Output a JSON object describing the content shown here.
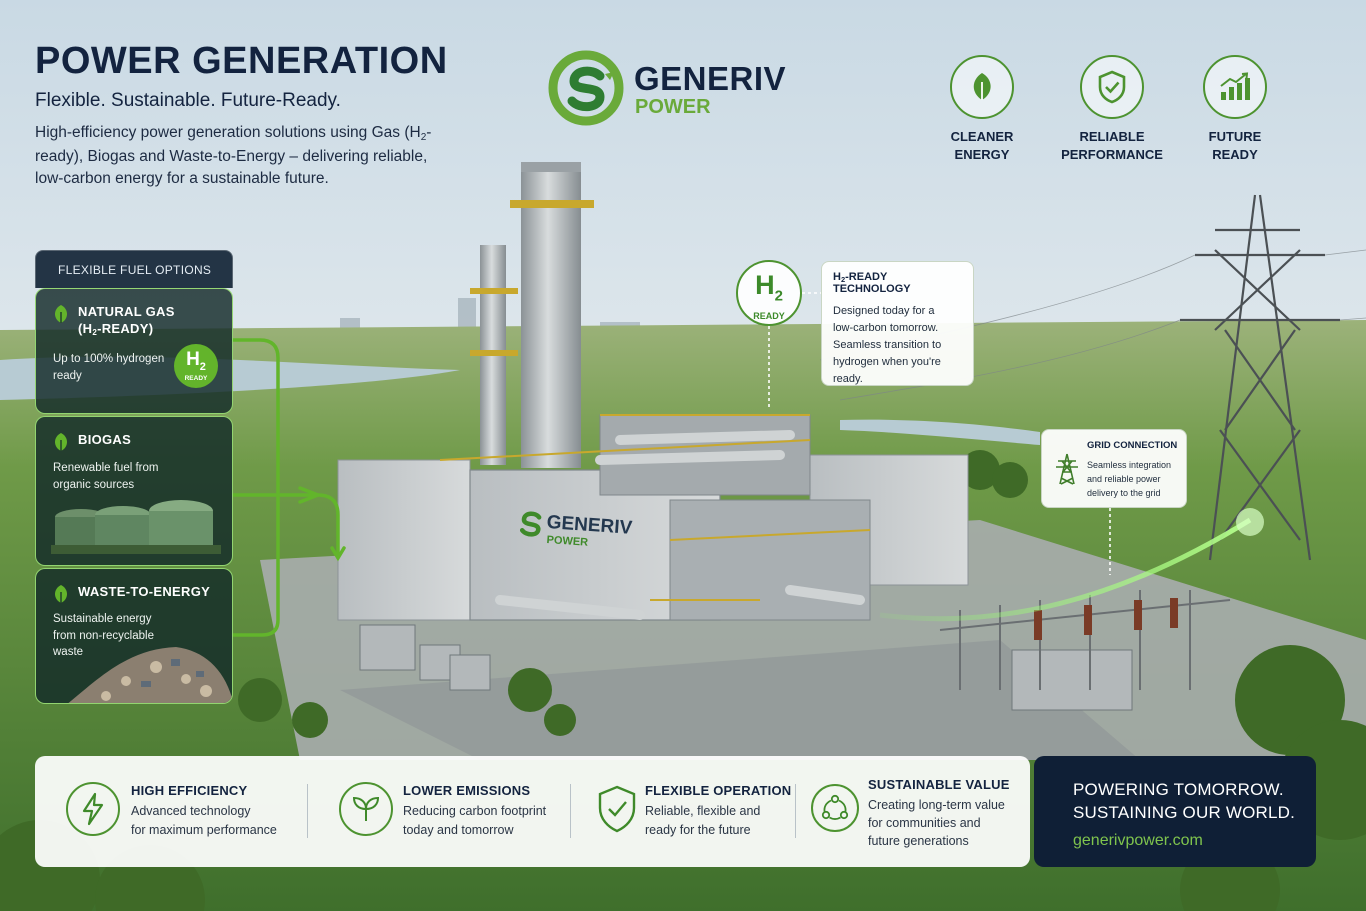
{
  "header": {
    "title": "POWER GENERATION",
    "subtitle": "Flexible. Sustainable. Future-Ready.",
    "intro_1": "High-efficiency power generation solutions using Gas (H",
    "intro_sub": "2",
    "intro_2": "-ready), Biogas and Waste-to-Energy – delivering reliable, low-carbon energy for a sustainable future."
  },
  "logo": {
    "wordmark": "GENERIV",
    "submark": "POWER",
    "plant_wordmark": "GENERIV",
    "plant_submark": "POWER"
  },
  "top_badges": [
    {
      "line1": "CLEANER",
      "line2": "ENERGY",
      "icon": "leaf-icon"
    },
    {
      "line1": "RELIABLE",
      "line2": "PERFORMANCE",
      "icon": "shield-check-icon"
    },
    {
      "line1": "FUTURE",
      "line2": "READY",
      "icon": "growth-chart-icon"
    }
  ],
  "fuel_panel": {
    "header": "FLEXIBLE FUEL OPTIONS",
    "natural_gas": {
      "name_1": "NATURAL GAS",
      "name_2a": "(H",
      "name_sub": "2",
      "name_2b": "-READY)",
      "desc_1": "Up to 100% hydrogen",
      "desc_2": "ready",
      "badge_h": "H",
      "badge_sub": "2",
      "badge_ready": "READY"
    },
    "biogas": {
      "name": "BIOGAS",
      "desc_1": "Renewable fuel from",
      "desc_2": "organic sources"
    },
    "waste": {
      "name": "WASTE-TO-ENERGY",
      "desc_1": "Sustainable energy",
      "desc_2": "from non-recyclable",
      "desc_3": "waste"
    }
  },
  "h2_callout": {
    "badge_h": "H",
    "badge_sub": "2",
    "badge_ready": "READY",
    "title_a": "H",
    "title_sub": "2",
    "title_b": "-READY TECHNOLOGY",
    "line_1": "Designed today for a",
    "line_2": "low-carbon tomorrow.",
    "line_3": "Seamless transition to",
    "line_4": "hydrogen when you're",
    "line_5": "ready."
  },
  "grid_callout": {
    "title": "GRID CONNECTION",
    "line_1": "Seamless integration",
    "line_2": "and reliable power",
    "line_3": "delivery to the grid"
  },
  "features": [
    {
      "title": "HIGH EFFICIENCY",
      "line_1": "Advanced technology",
      "line_2": "for maximum performance",
      "line_3": "",
      "icon": "lightning-icon"
    },
    {
      "title": "LOWER EMISSIONS",
      "line_1": "Reducing carbon footprint",
      "line_2": "today and tomorrow",
      "line_3": "",
      "icon": "sprout-icon"
    },
    {
      "title": "FLEXIBLE OPERATION",
      "line_1": "Reliable, flexible and",
      "line_2": "ready for the future",
      "line_3": "",
      "icon": "shield-check-icon"
    },
    {
      "title": "SUSTAINABLE VALUE",
      "line_1": "Creating long-term value",
      "line_2": "for communities and",
      "line_3": "future generations",
      "icon": "recycle-icon"
    }
  ],
  "tagline": {
    "line_1": "POWERING TOMORROW.",
    "line_2": "SUSTAINING OUR WORLD.",
    "url": "generivpower.com"
  },
  "colors": {
    "navy": "#13233f",
    "green": "#4d9330",
    "bright_green": "#63b42b",
    "dark_panel": "#0f1f36"
  }
}
